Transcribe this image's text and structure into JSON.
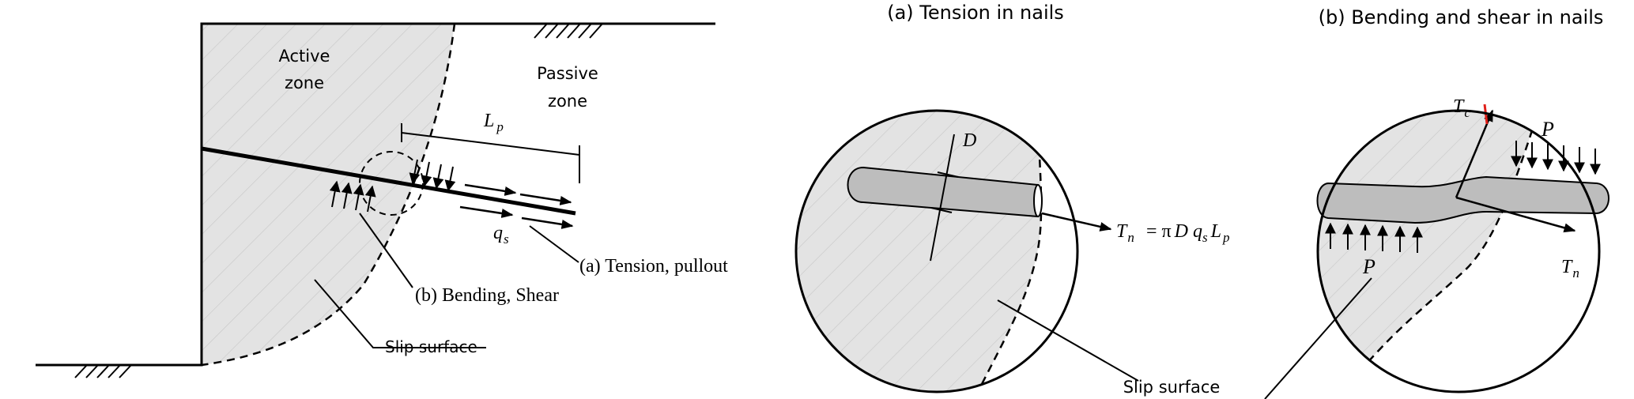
{
  "left_panel": {
    "active_zone": [
      "Active",
      "zone"
    ],
    "passive_zone": [
      "Passive",
      "zone"
    ],
    "lp_label": "L",
    "lp_sub": "p",
    "qs_label": "q",
    "qs_sub": "s",
    "tension_label": "(a) Tension, pullout",
    "bending_label": "(b) Bending, Shear",
    "slip_label": "Slip surface"
  },
  "middle_panel": {
    "title": "(a) Tension in nails",
    "d_label": "D",
    "tn_label": "T",
    "tn_sub": "n",
    "eq_prefix": "= π",
    "eq_d": "D",
    "eq_q": "q",
    "eq_q_sub": "s",
    "eq_l": "L",
    "eq_l_sub": "p",
    "slip_label": "Slip surface"
  },
  "right_panel": {
    "title": "(b) Bending and shear in nails",
    "tc_label": "T",
    "tc_sub": "c",
    "p_top": "P",
    "p_bottom": "P",
    "tn_label": "T",
    "tn_sub": "n"
  }
}
